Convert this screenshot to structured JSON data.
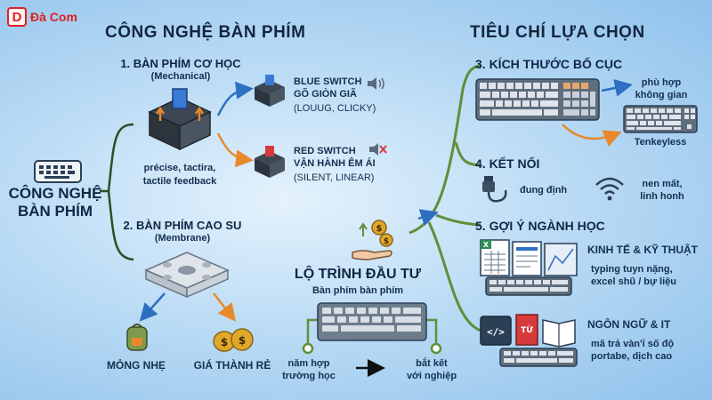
{
  "brand": {
    "logo_letter": "D",
    "name": "Đà Com"
  },
  "left_title": "CÔNG NGHỆ BÀN PHÍM",
  "right_title": "TIÊU CHÍ LỰA CHỌN",
  "center_node": {
    "line1": "CÔNG NGHỆ",
    "line2": "BÀN PHÍM"
  },
  "mechanical": {
    "title": "1. BÀN PHÍM CƠ HỌC",
    "subtitle": "(Mechanical)",
    "feature_line1": "précise, tactira,",
    "feature_line2": "tactile feedback",
    "blue": {
      "name": "BLUE SWITCH",
      "desc": "GÕ GIÒN GIÃ",
      "note": "(LOUUG, CLICKY)",
      "color": "#2f6fd6"
    },
    "red": {
      "name": "RED SWITCH",
      "desc": "VẬN HÀNH ÊM ÁI",
      "note": "(SILENT, LINEAR)",
      "color": "#d63a3a"
    }
  },
  "membrane": {
    "title": "2. BÀN PHÍM CAO SU",
    "subtitle": "(Membrane)",
    "light_label": "MỎNG NHẸ",
    "cheap_label": "GIÁ THÀNH RẺ"
  },
  "investment": {
    "title": "LỘ TRÌNH ĐẦU TƯ",
    "subtitle": "Bàn phím bàn phím",
    "start_line1": "năm hợp",
    "start_line2": "trường học",
    "end_line1": "bắt kết",
    "end_line2": "với nghiệp"
  },
  "layout_criterion": {
    "title": "3. KÍCH THƯỚC BỐ CỤC",
    "fit_line1": "phù hợp",
    "fit_line2": "không gian",
    "tkl_label": "Tenkeyless"
  },
  "connect_criterion": {
    "title": "4. KẾT NỐI",
    "wired_label": "đung định",
    "wireless_line1": "nen mất,",
    "wireless_line2": "linh honh"
  },
  "major_criterion": {
    "title": "5. GỢI Ý NGÀNH HỌC",
    "econ_title": "KINH TẾ & KỸ THUẬT",
    "econ_line1": "typing tuyn nặng,",
    "econ_line2": "excel shũ / bự liệu",
    "it_title": "NGÔN NGỮ & IT",
    "it_line1": "mã trả vàn'ỉ số độ",
    "it_line2": "portabe, dịch cao",
    "code_glyph": "</>",
    "dict_glyph": "TỪ"
  },
  "colors": {
    "branch_green": "#5f8f3a",
    "accent_orange": "#e8892b",
    "blue_arrow": "#2d6fc0",
    "money_gold": "#e0a82b"
  }
}
